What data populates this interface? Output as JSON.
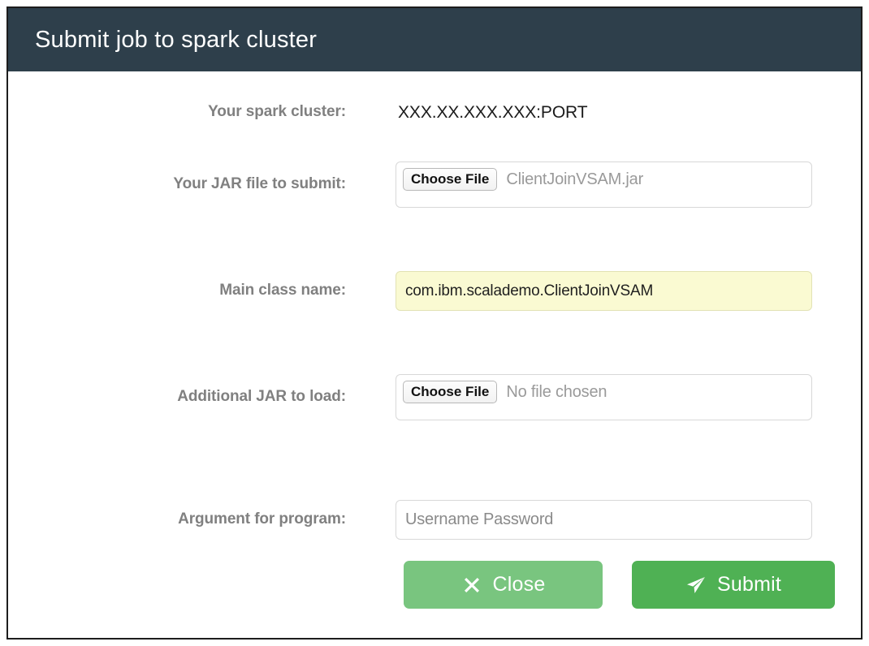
{
  "window": {
    "title": "Submit job to spark cluster"
  },
  "colors": {
    "header_bg": "#2e3f4b",
    "close_button_bg": "#79c57f",
    "submit_button_bg": "#4fb154",
    "autofill_bg": "#fafad2",
    "label_text": "#808080",
    "frame_border": "#1d1d1d"
  },
  "form": {
    "rows": [
      {
        "label": "Your spark cluster:",
        "type": "static",
        "value": "XXX.XX.XXX.XXX:PORT"
      },
      {
        "label": "Your JAR file to submit:",
        "type": "file",
        "button_label": "Choose File",
        "file_name": "ClientJoinVSAM.jar"
      },
      {
        "label": "Main class name:",
        "type": "text",
        "value": "com.ibm.scalademo.ClientJoinVSAM",
        "placeholder": "",
        "autofilled": true
      },
      {
        "label": "Additional JAR to load:",
        "type": "file",
        "button_label": "Choose File",
        "file_name": "No file chosen"
      },
      {
        "label": "Argument for program:",
        "type": "text",
        "value": "",
        "placeholder": "Username Password",
        "autofilled": false
      }
    ]
  },
  "footer": {
    "close_label": "Close",
    "close_icon": "close-x-icon",
    "submit_label": "Submit",
    "submit_icon": "paper-plane-send-icon"
  }
}
